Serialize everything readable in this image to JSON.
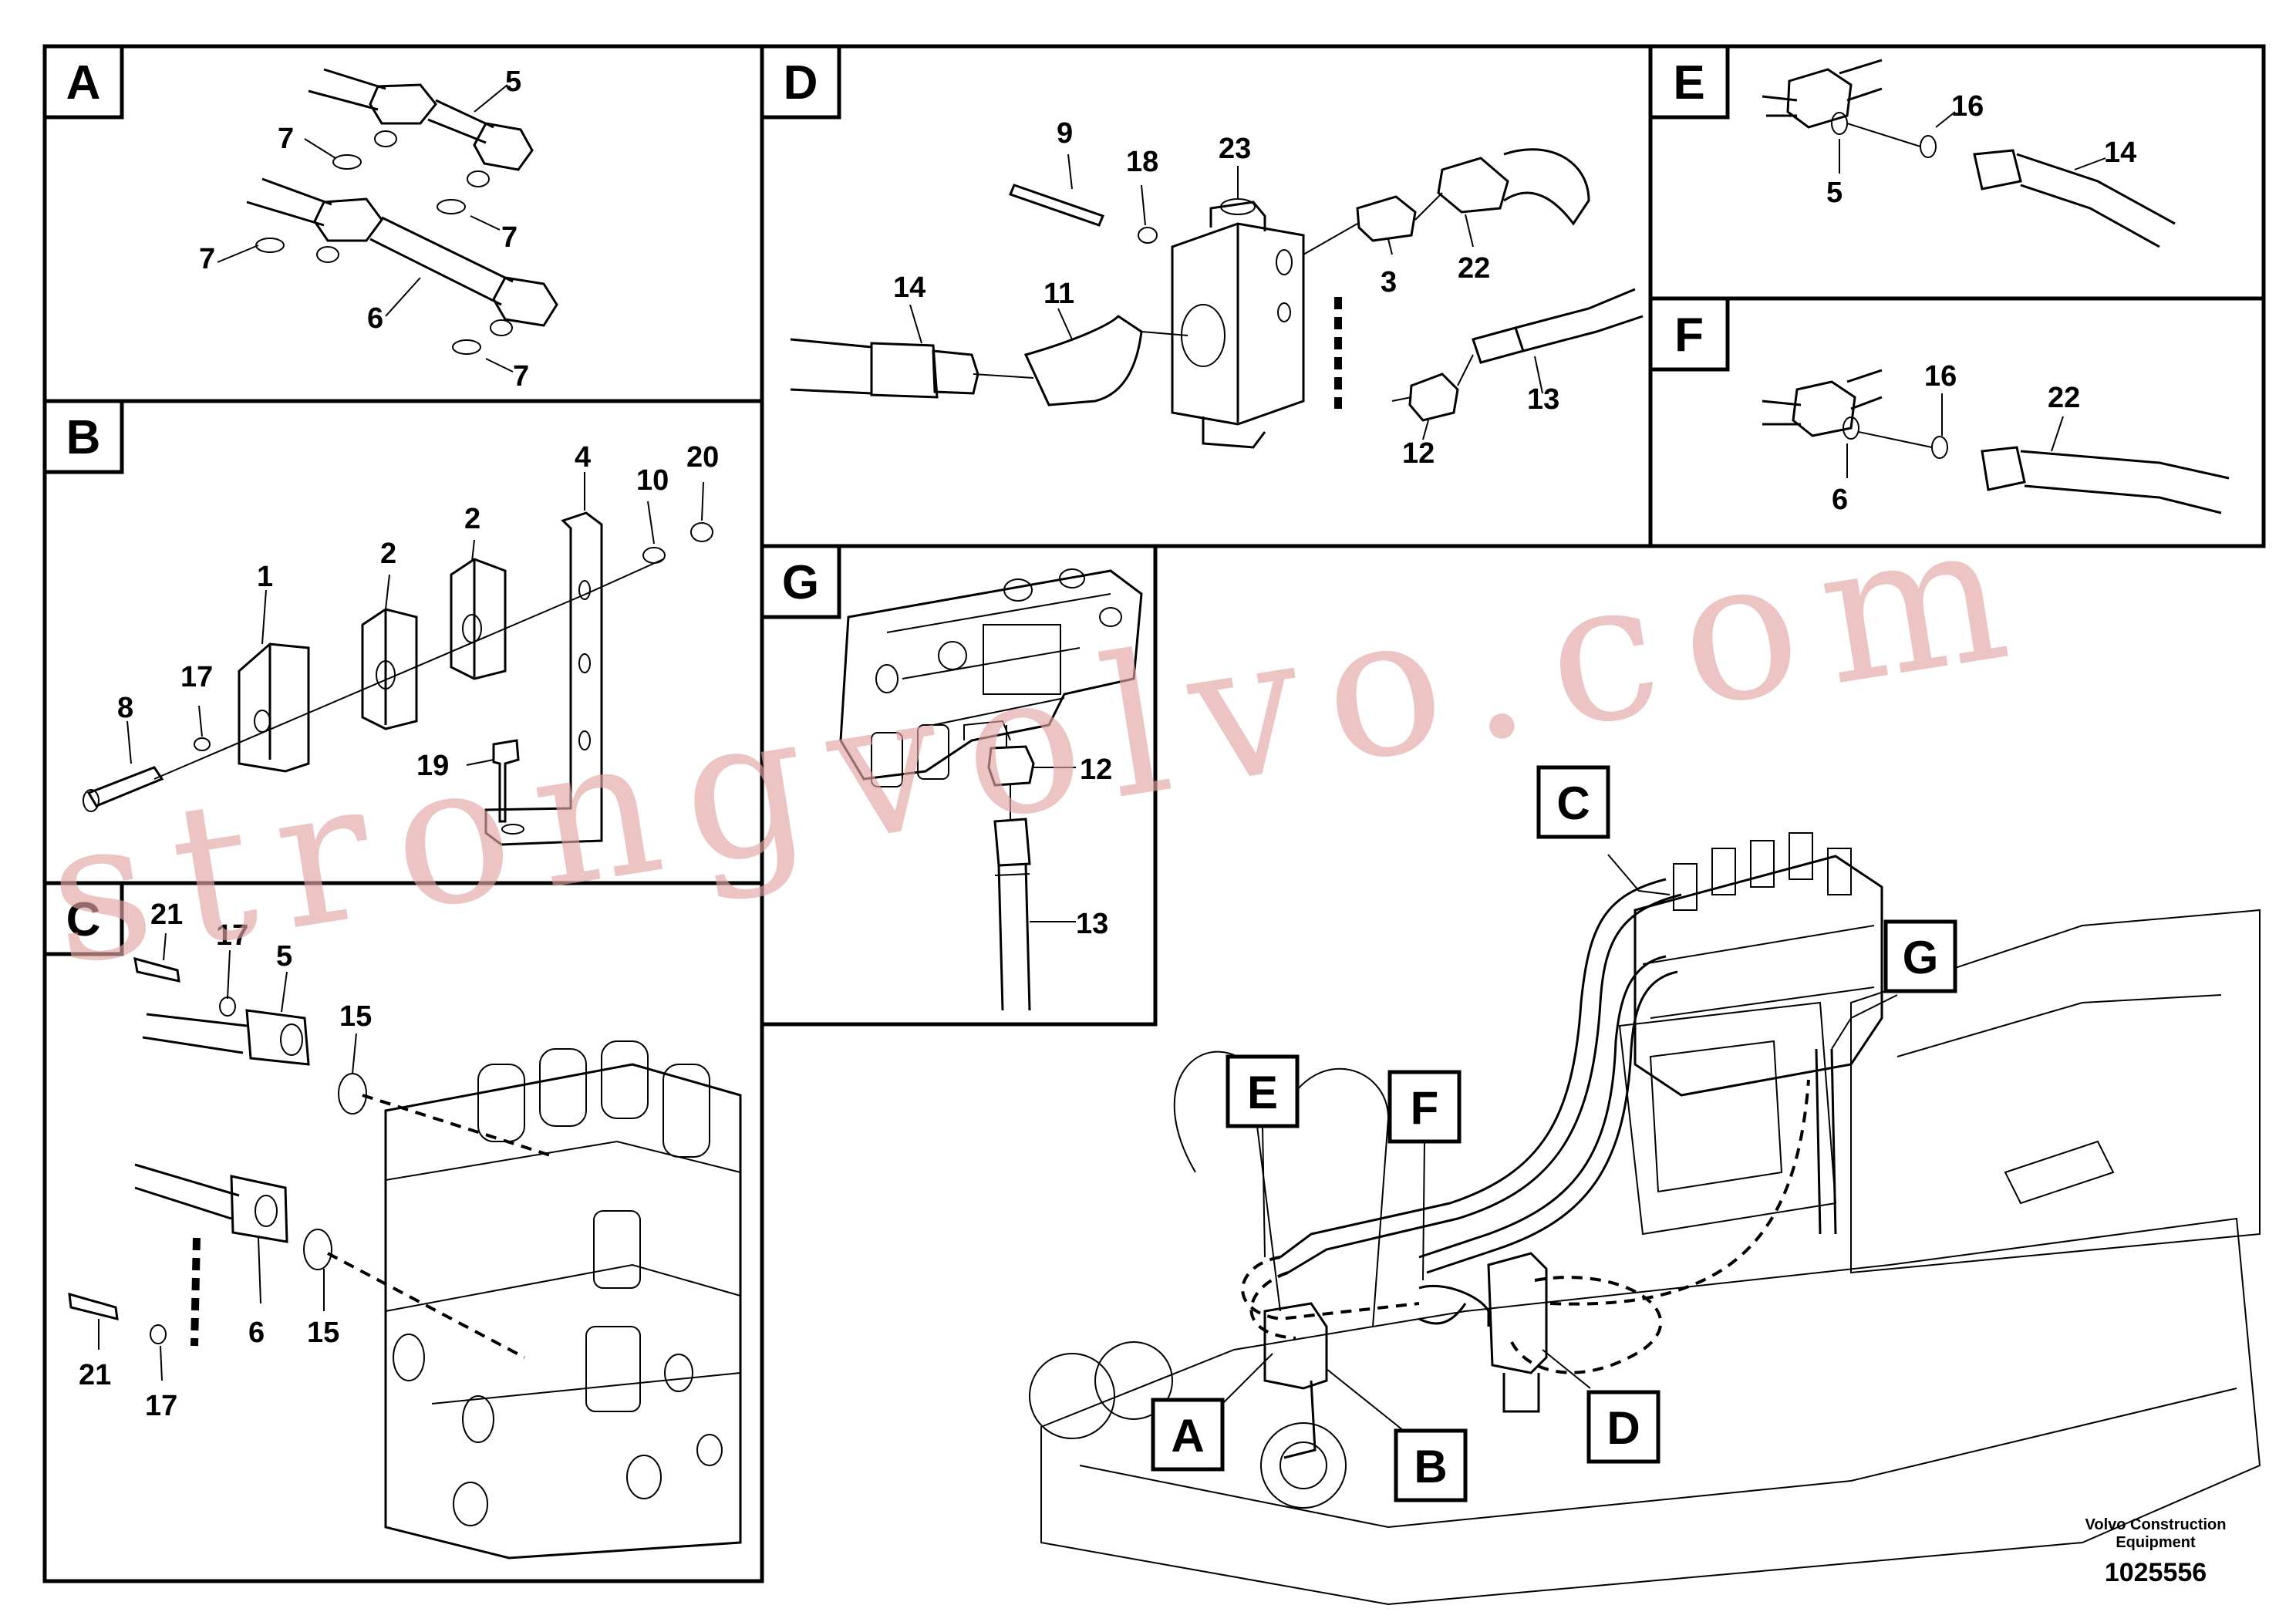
{
  "panels": {
    "A": {
      "letter": "A",
      "labels": [
        "5",
        "7",
        "7",
        "7",
        "6",
        "7"
      ]
    },
    "B": {
      "letter": "B",
      "labels": [
        "4",
        "10",
        "20",
        "2",
        "2",
        "1",
        "17",
        "8",
        "19"
      ]
    },
    "C": {
      "letter": "C",
      "labels": [
        "21",
        "17",
        "5",
        "15",
        "6",
        "15",
        "21",
        "17"
      ]
    },
    "D": {
      "letter": "D",
      "labels": [
        "9",
        "18",
        "23",
        "14",
        "11",
        "3",
        "22",
        "13",
        "12"
      ]
    },
    "E": {
      "letter": "E",
      "labels": [
        "16",
        "14",
        "5"
      ]
    },
    "F": {
      "letter": "F",
      "labels": [
        "16",
        "22",
        "6"
      ]
    },
    "G": {
      "letter": "G",
      "labels": [
        "12",
        "13"
      ]
    }
  },
  "overview": {
    "callouts": [
      "C",
      "G",
      "E",
      "F",
      "A",
      "B",
      "D"
    ]
  },
  "watermark": "strongvolvo.com",
  "footer": {
    "brand_line1": "Volvo Construction",
    "brand_line2": "Equipment",
    "doc_number": "1025556"
  }
}
